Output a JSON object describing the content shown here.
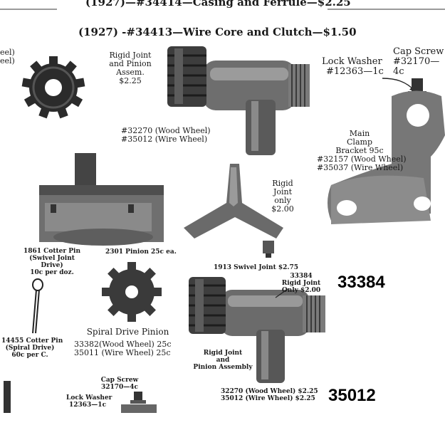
{
  "catalog_top": {
    "line1": "(1927)—#34414—Casing and Ferrule—$2.25",
    "line2": "(1927) -#34413—Wire Core and Clutch—$1.50",
    "left_edge": [
      "eel)",
      "eel)"
    ],
    "rigid_joint_pinion": [
      "Rigid Joint",
      "and Pinion",
      "Assem.",
      "$2.25"
    ],
    "part_numbers": [
      "#32270 (Wood Wheel)",
      "#35012 (Wire  Wheel)"
    ],
    "lock_washer": [
      "Lock Washer",
      "#12363—1c"
    ],
    "cap_screw": [
      "Cap Screw",
      "#32170—4c"
    ],
    "main_clamp": [
      "Main",
      "Clamp",
      "Bracket 95c",
      "#32157 (Wood Wheel)",
      "#35037 (Wire  Wheel)"
    ],
    "rigid_joint_only": [
      "Rigid",
      "Joint",
      "only",
      "$2.00"
    ]
  },
  "catalog_bottom": {
    "cotter_1861": [
      "1861 Cotter Pin",
      "(Swivel Joint",
      "Drive)",
      "10c per doz."
    ],
    "pinion_2301": "2301 Pinion 25c ea.",
    "swivel_1913": "1913 Swivel Joint $2.75",
    "rigid_33384": [
      "33384",
      "Rigid Joint",
      "Only $2.00"
    ],
    "spiral_title": "Spiral Drive Pinion",
    "spiral_parts": [
      "33382(Wood Wheel) 25c",
      "35011 (Wire Wheel) 25c"
    ],
    "cotter_14455": [
      "14455 Cotter Pin",
      "(Spiral Drive)",
      "60c per C."
    ],
    "rigid_joint_assembly": [
      "Rigid Joint",
      "and",
      "Pinion Assembly"
    ],
    "cap_screw": [
      "Cap Screw",
      "32170—4c"
    ],
    "lock_washer": [
      "Lock Washer",
      "12363—1c"
    ],
    "parts_prices": [
      "32270 (Wood Wheel) $2.25",
      "35012 (Wire Wheel) $2.25"
    ]
  },
  "part_labels": {
    "primary": "33384",
    "secondary": "35012"
  }
}
